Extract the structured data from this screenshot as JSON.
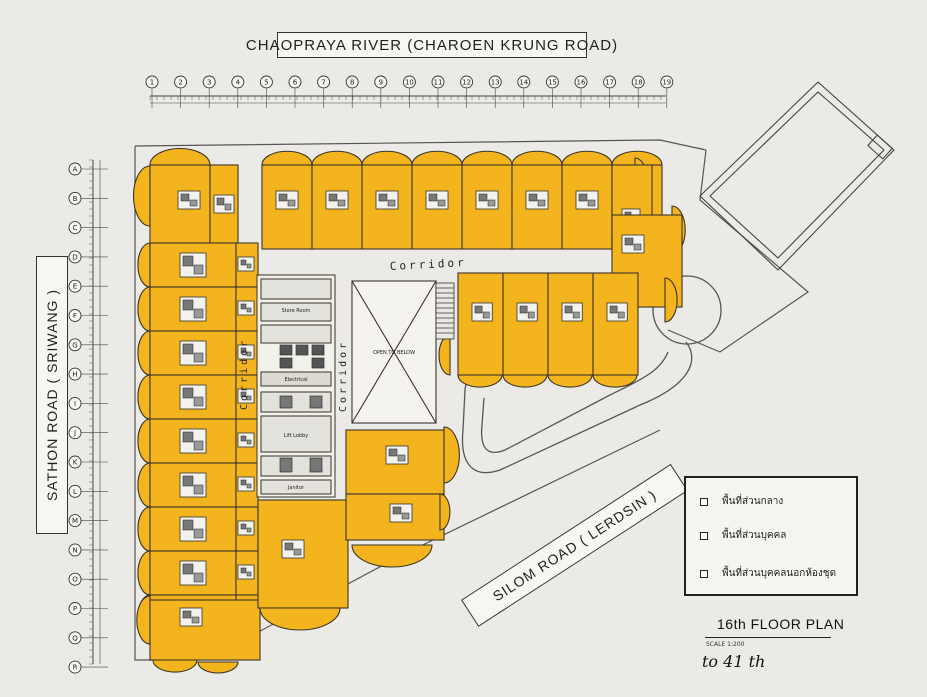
{
  "roads": {
    "top": "CHAOPRAYA RIVER (CHAROEN KRUNG ROAD)",
    "left": "SATHON ROAD ( SRIWANG )",
    "diagonal": "SILOM ROAD ( LERDSIN )"
  },
  "labels": {
    "corridor": "Corridor",
    "corridor_vertical_a": "Corridor",
    "corridor_vertical_b": "Corridor",
    "open_below": "OPEN TO BELOW",
    "lift_lobby": "Lift Lobby",
    "store_room": "Store Room",
    "electrical": "Electrical",
    "janitor": "Janitor"
  },
  "legend": {
    "items": [
      "พื้นที่ส่วนกลาง",
      "พื้นที่ส่วนบุคคล",
      "พื้นที่ส่วนบุคคลนอกห้องชุด"
    ]
  },
  "plan": {
    "title": "16th FLOOR PLAN",
    "subtitle": "to 41 th",
    "scale": "SCALE 1:200"
  },
  "grid": {
    "top_columns": [
      "1",
      "2",
      "3",
      "4",
      "5",
      "6",
      "7",
      "8",
      "9",
      "10",
      "11",
      "12",
      "13",
      "14",
      "15",
      "16",
      "17",
      "18",
      "19"
    ],
    "left_rows": [
      "A",
      "B",
      "C",
      "D",
      "E",
      "F",
      "G",
      "H",
      "I",
      "J",
      "K",
      "L",
      "M",
      "N",
      "O",
      "P",
      "Q",
      "R"
    ]
  },
  "colors": {
    "unit_fill": "#f3b41d",
    "wall": "#3a3428",
    "background": "#ebeae6"
  }
}
